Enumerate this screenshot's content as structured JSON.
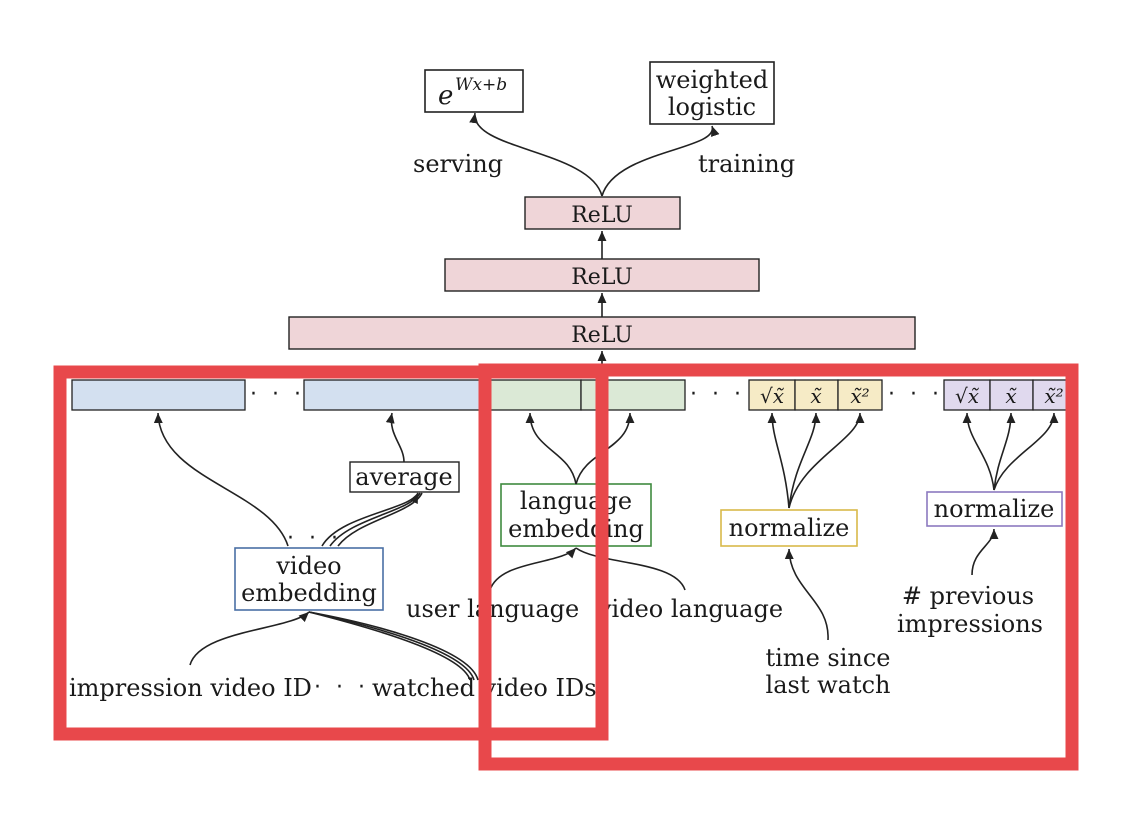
{
  "outputs": {
    "serving_formula_base": "e",
    "serving_formula_exp": "Wx+b",
    "training_label_line1": "weighted",
    "training_label_line2": "logistic"
  },
  "edge_labels": {
    "serving": "serving",
    "training": "training"
  },
  "layers": [
    "ReLU",
    "ReLU",
    "ReLU"
  ],
  "features": {
    "average": "average",
    "video_embedding_line1": "video",
    "video_embedding_line2": "embedding",
    "language_embedding_line1": "language",
    "language_embedding_line2": "embedding",
    "normalize_time": "normalize",
    "normalize_impressions": "normalize",
    "user_language": "user language",
    "video_language": "video language",
    "impression_video_id": "impression video ID",
    "watched_video_ids": "watched video IDs",
    "time_since_line1": "time since",
    "time_since_line2": "last watch",
    "prev_impressions_line1": "# previous",
    "prev_impressions_line2": "impressions"
  },
  "transform_cells": {
    "sqrt": "√x̃",
    "x": "x̃",
    "sq": "x̃²"
  },
  "ellipsis": "· · ·",
  "colors": {
    "relu_fill": "#efd5d8",
    "video_fill": "#d3e0f0",
    "language_fill": "#dbe9d6",
    "time_fill": "#f6ebc6",
    "impressions_fill": "#e0d9ee",
    "video_border": "#4a6fa5",
    "language_border": "#3f8a3f",
    "time_border": "#d8b94a",
    "impressions_border": "#8c7ac0",
    "highlight_red": "#e8484b"
  }
}
